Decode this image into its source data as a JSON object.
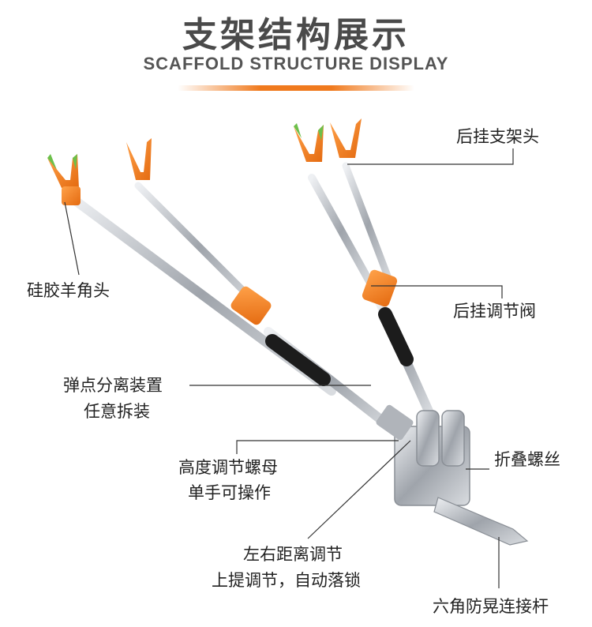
{
  "header": {
    "title": "支架结构展示",
    "subtitle": "SCAFFOLD STRUCTURE DISPLAY"
  },
  "callouts": {
    "rear_head": "后挂支架头",
    "silicone_head": "硅胶羊角头",
    "rear_valve": "后挂调节阀",
    "spring_line1": "弹点分离装置",
    "spring_line2": "任意拆装",
    "height_line1": "高度调节螺母",
    "height_line2": "单手可操作",
    "fold_screw": "折叠螺丝",
    "distance_line1": "左右距离调节",
    "distance_line2": "上提调节，自动落锁",
    "hex_rod": "六角防晃连接杆"
  },
  "colors": {
    "accent_orange": "#f07a1e",
    "tip_green": "#6cc04a",
    "steel": "#c9ccd1",
    "text": "#222222"
  }
}
